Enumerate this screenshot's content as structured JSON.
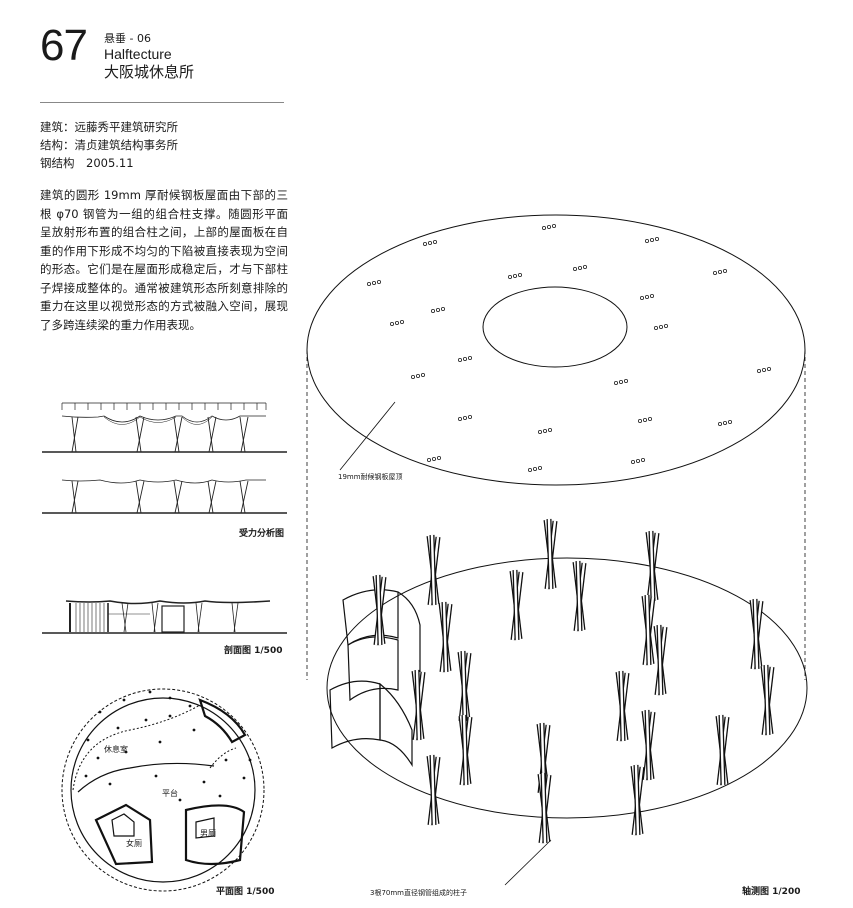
{
  "header": {
    "number": "67",
    "category": "悬垂 - 06",
    "title_en": "Halftecture",
    "title_cn": "大阪城休息所"
  },
  "credits": {
    "architect": "建筑：远藤秀平建筑研究所",
    "structure": "结构：清贞建筑结构事务所",
    "type_year": "钢结构　2005.11"
  },
  "description": "建筑的圆形 19mm 厚耐候钢板屋面由下部的三根 φ70 钢管为一组的组合柱支撑。随圆形平面呈放射形布置的组合柱之间，上部的屋面板在自重的作用下形成不均匀的下陷被直接表现为空间的形态。它们是在屋面形成稳定后，才与下部柱子焊接成整体的。通常被建筑形态所刻意排除的重力在这里以视觉形态的方式被融入空间，展现了多跨连续梁的重力作用表现。",
  "captions": {
    "force_diagram": "受力分析图",
    "section": "剖面图 1/500",
    "plan": "平面图 1/500",
    "axonometric": "轴测图 1/200"
  },
  "plan_labels": {
    "rest_room": "休息室",
    "platform": "平台",
    "mens_toilet": "男厕",
    "womens_toilet": "女厕"
  },
  "annotations": {
    "roof": "19mm耐候钢板屋顶",
    "columns": "3根70mm直径钢管组成的柱子"
  }
}
